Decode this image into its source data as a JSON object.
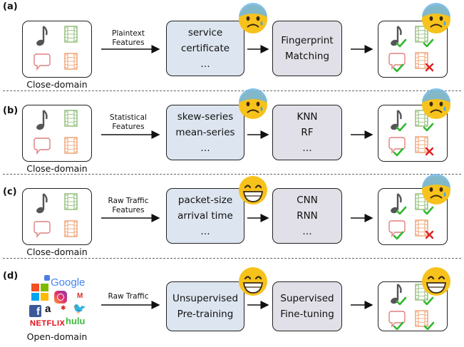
{
  "panels": [
    {
      "label": "(a)",
      "input_caption": "Close-domain",
      "arrow_label": "Plaintext\nFeatures",
      "feature_lines": [
        "service",
        "certificate",
        "…"
      ],
      "model_lines": [
        "Fingerprint",
        "Matching"
      ],
      "feature_face": "sad",
      "result_face": "sad",
      "results": [
        "check",
        "check",
        "check",
        "cross"
      ]
    },
    {
      "label": "(b)",
      "input_caption": "Close-domain",
      "arrow_label": "Statistical\nFeatures",
      "feature_lines": [
        "skew-series",
        "mean-series",
        "…"
      ],
      "model_lines": [
        "KNN",
        "RF",
        "…"
      ],
      "feature_face": "sad",
      "result_face": "sad",
      "results": [
        "check",
        "check",
        "check",
        "cross"
      ]
    },
    {
      "label": "(c)",
      "input_caption": "Close-domain",
      "arrow_label": "Raw Traffic\nFeatures",
      "feature_lines": [
        "packet-size",
        "arrival time",
        "…"
      ],
      "model_lines": [
        "CNN",
        "RNN",
        "…"
      ],
      "feature_face": "happy",
      "result_face": "sad",
      "results": [
        "check",
        "check",
        "check",
        "cross"
      ]
    },
    {
      "label": "(d)",
      "input_caption": "Open-domain",
      "arrow_label": "Raw Traffic",
      "feature_lines": [
        "Unsupervised",
        "Pre-training"
      ],
      "model_lines": [
        "Supervised",
        "Fine-tuning"
      ],
      "feature_face": "happy",
      "result_face": "happy",
      "results": [
        "check",
        "check",
        "check",
        "check"
      ]
    }
  ],
  "logos": {
    "google": "Google",
    "amazon": "a",
    "netflix": "NETFLIX",
    "hulu": "hulu"
  },
  "icons": [
    "music-note-icon",
    "film-strip-icon",
    "chat-bubble-icon",
    "check-icon",
    "cross-icon",
    "emoji-face-icon"
  ],
  "colors": {
    "feature_box": "#dde5f0",
    "model_box": "#e1dfe7",
    "emoji": "#f7c21c",
    "check": "#2eb82e",
    "cross": "#e02020",
    "film_green": "#8dbb73",
    "film_orange": "#f0a070",
    "chat_red": "#e07f7f",
    "music": "#555555"
  }
}
